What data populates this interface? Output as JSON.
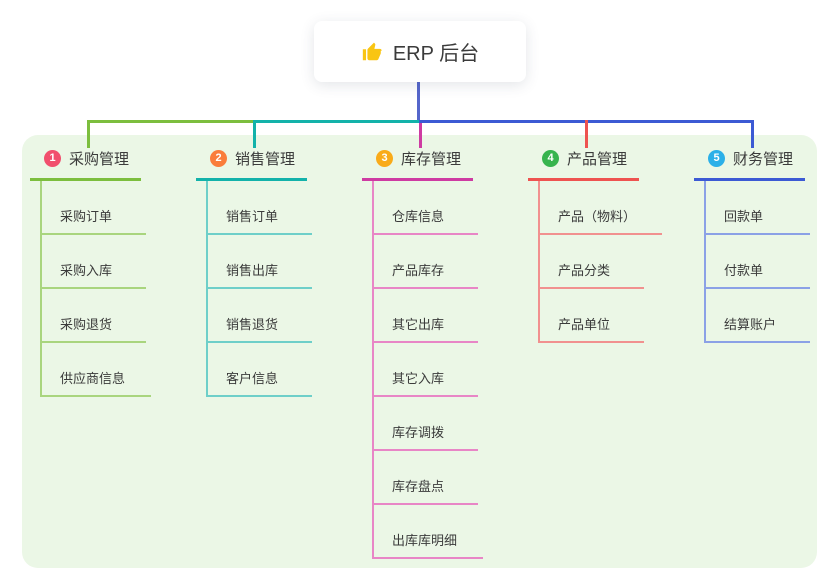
{
  "root": {
    "title": "ERP 后台",
    "icon": "thumbs-up-icon"
  },
  "theme": {
    "page_bg": "#ffffff",
    "panel_bg": "#ebf7e6",
    "text_color": "#3b3b3b",
    "root_line_color": "#5566cb",
    "root_card_bg": "#ffffff",
    "thumb_color": "#f9c513"
  },
  "branches": [
    {
      "badge": "1",
      "label": "采购管理",
      "badge_color": "#f14f6d",
      "line_color": "#7cbe3e",
      "item_line_color": "#a9d57e",
      "items": [
        "采购订单",
        "采购入库",
        "采购退货",
        "供应商信息"
      ]
    },
    {
      "badge": "2",
      "label": "销售管理",
      "badge_color": "#fa7d3b",
      "line_color": "#13b2aa",
      "item_line_color": "#6ecfc9",
      "items": [
        "销售订单",
        "销售出库",
        "销售退货",
        "客户信息"
      ]
    },
    {
      "badge": "3",
      "label": "库存管理",
      "badge_color": "#f9ab19",
      "line_color": "#ce3ba2",
      "item_line_color": "#e886c6",
      "items": [
        "仓库信息",
        "产品库存",
        "其它出库",
        "其它入库",
        "库存调拨",
        "库存盘点",
        "出库库明细"
      ]
    },
    {
      "badge": "4",
      "label": "产品管理",
      "badge_color": "#37b44e",
      "line_color": "#ee5350",
      "item_line_color": "#f1918f",
      "items": [
        "产品（物料）",
        "产品分类",
        "产品单位"
      ]
    },
    {
      "badge": "5",
      "label": "财务管理",
      "badge_color": "#2bb0e8",
      "line_color": "#3c5ad4",
      "item_line_color": "#8ba1e6",
      "items": [
        "回款单",
        "付款单",
        "结算账户"
      ]
    }
  ]
}
